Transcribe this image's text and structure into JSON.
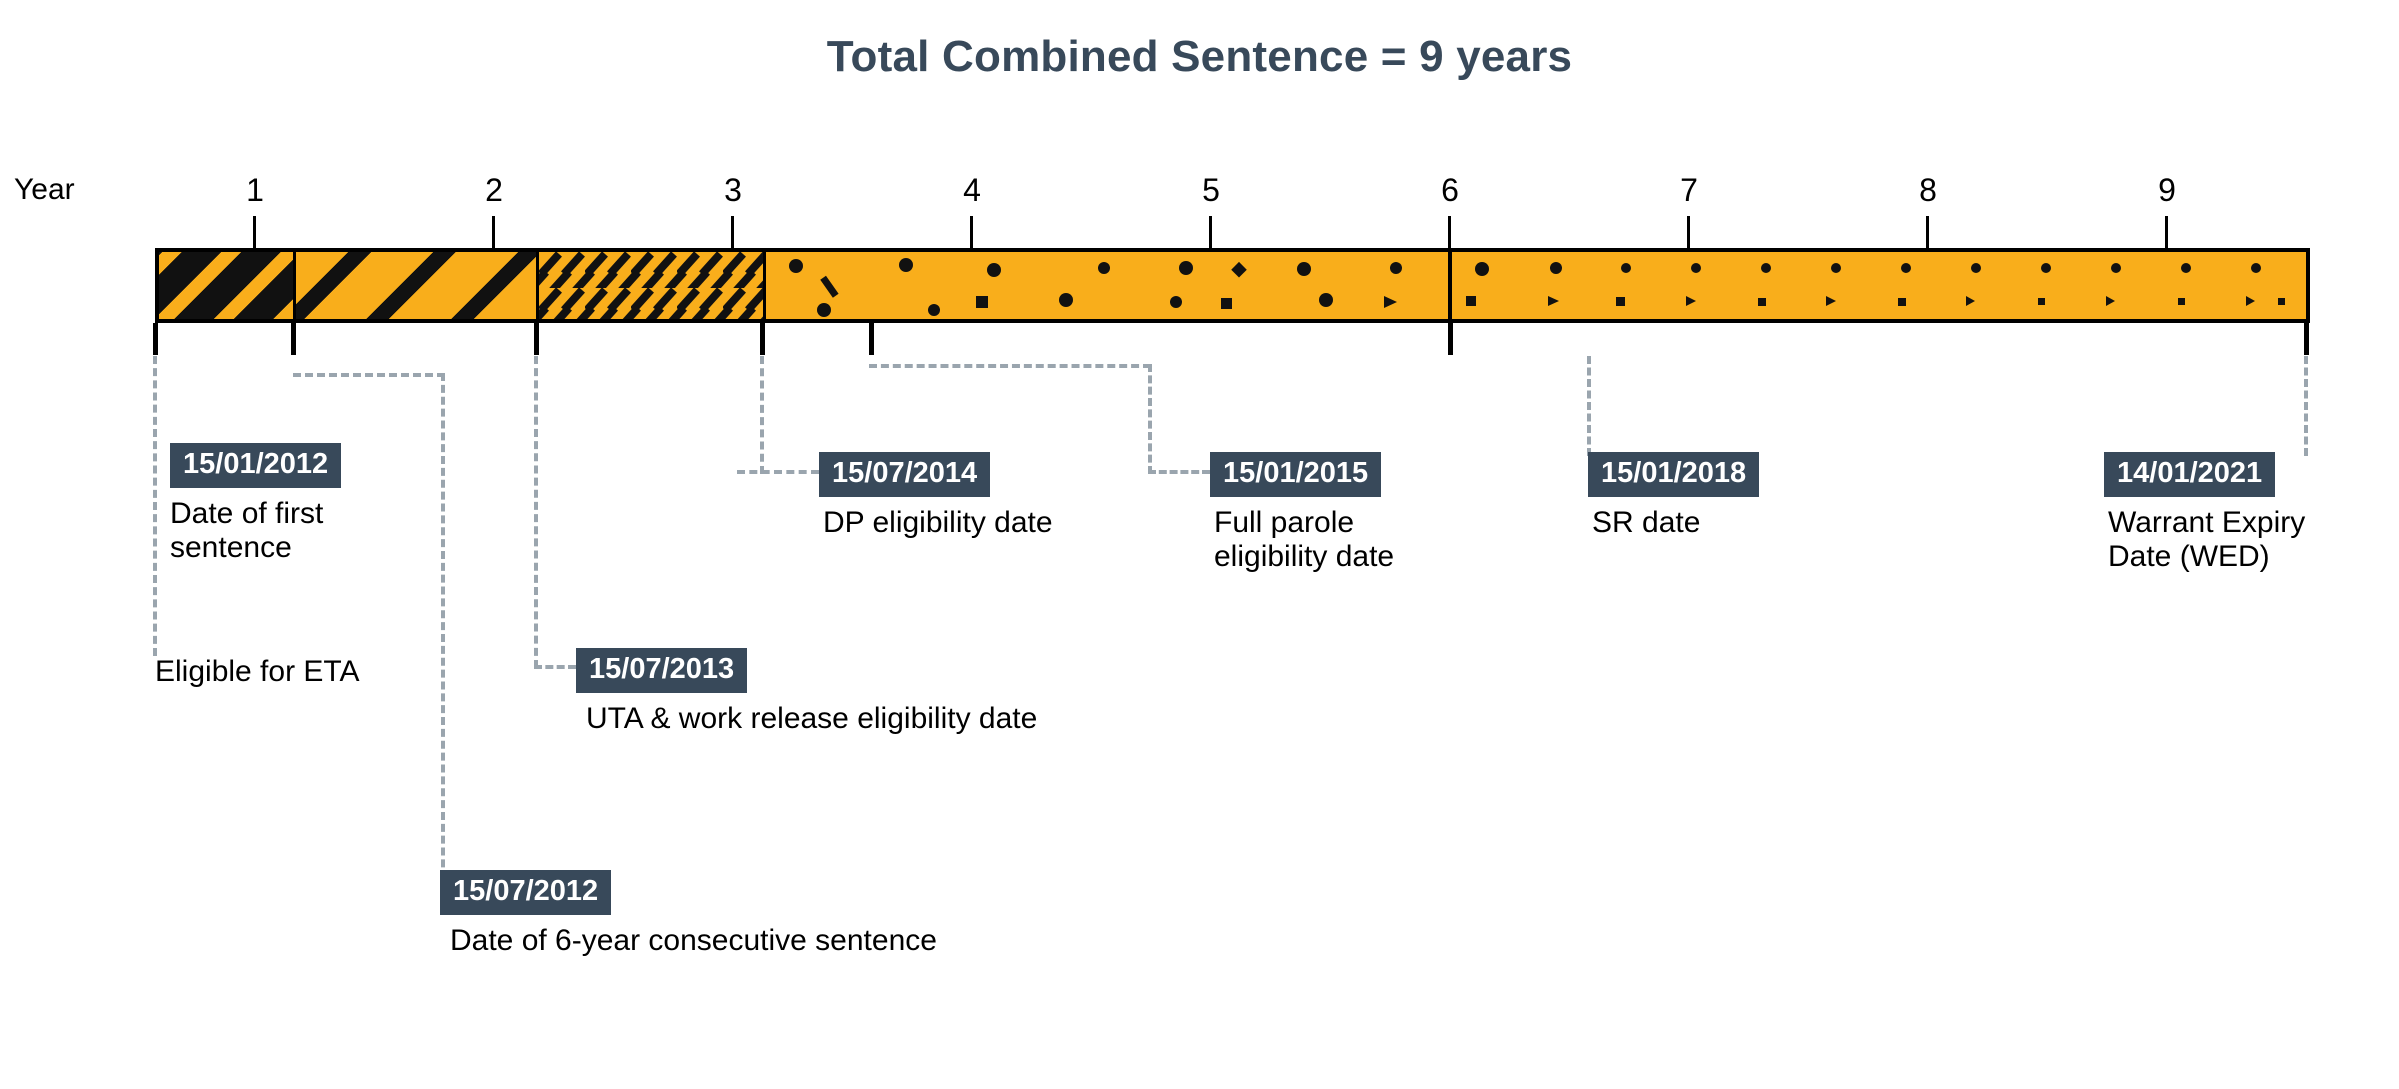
{
  "title": "Total Combined Sentence = 9 years",
  "axis": {
    "label": "Year",
    "ticks": [
      "1",
      "2",
      "3",
      "4",
      "5",
      "6",
      "7",
      "8",
      "9"
    ]
  },
  "colors": {
    "accent_yellow": "#F9AE1B",
    "badge_navy": "#38495a",
    "leader_gray": "#9aa5ae",
    "pattern_black": "#111111"
  },
  "bar": {
    "segments": [
      {
        "name": "eta-segment",
        "pattern": "dense-diagonal"
      },
      {
        "name": "first-sentence-segment",
        "pattern": "diagonal-stripes"
      },
      {
        "name": "uta-segment",
        "pattern": "broken-diagonal"
      },
      {
        "name": "parole-segment",
        "pattern": "sparse-dots"
      }
    ]
  },
  "annotations": [
    {
      "id": "first-sentence",
      "date": "15/01/2012",
      "desc": "Date of first\nsentence"
    },
    {
      "id": "eligible-eta",
      "text": "Eligible for ETA"
    },
    {
      "id": "consecutive-sentence",
      "date": "15/07/2012",
      "desc": "Date of 6-year consecutive sentence"
    },
    {
      "id": "uta-work-release",
      "date": "15/07/2013",
      "desc": "UTA & work release eligibility date"
    },
    {
      "id": "dp-eligibility",
      "date": "15/07/2014",
      "desc": "DP eligibility date"
    },
    {
      "id": "full-parole",
      "date": "15/01/2015",
      "desc": "Full parole\neligibility date"
    },
    {
      "id": "sr-date",
      "date": "15/01/2018",
      "desc": "SR date"
    },
    {
      "id": "warrant-expiry",
      "date": "14/01/2021",
      "desc": "Warrant Expiry\nDate (WED)"
    }
  ],
  "chart_data": {
    "type": "bar",
    "title": "Total Combined Sentence = 9 years",
    "xlabel": "Year",
    "ylabel": "",
    "xlim": [
      0,
      9
    ],
    "grid": false,
    "categories": [
      "1",
      "2",
      "3",
      "4",
      "5",
      "6",
      "7",
      "8",
      "9"
    ],
    "values": [
      1,
      2,
      3,
      4,
      5,
      6,
      7,
      8,
      9
    ],
    "milestones": [
      {
        "label": "Date of first sentence",
        "date": "15/01/2012",
        "year": 0.0
      },
      {
        "label": "Eligible for ETA",
        "date": "",
        "year": 0.0
      },
      {
        "label": "Date of 6-year consecutive sentence",
        "date": "15/07/2012",
        "year": 0.5
      },
      {
        "label": "UTA & work release eligibility date",
        "date": "15/07/2013",
        "year": 1.5
      },
      {
        "label": "DP eligibility date",
        "date": "15/07/2014",
        "year": 2.5
      },
      {
        "label": "Full parole eligibility date",
        "date": "15/01/2015",
        "year": 3.0
      },
      {
        "label": "SR date",
        "date": "15/01/2018",
        "year": 6.0
      },
      {
        "label": "Warrant Expiry Date (WED)",
        "date": "14/01/2021",
        "year": 9.0
      }
    ]
  }
}
